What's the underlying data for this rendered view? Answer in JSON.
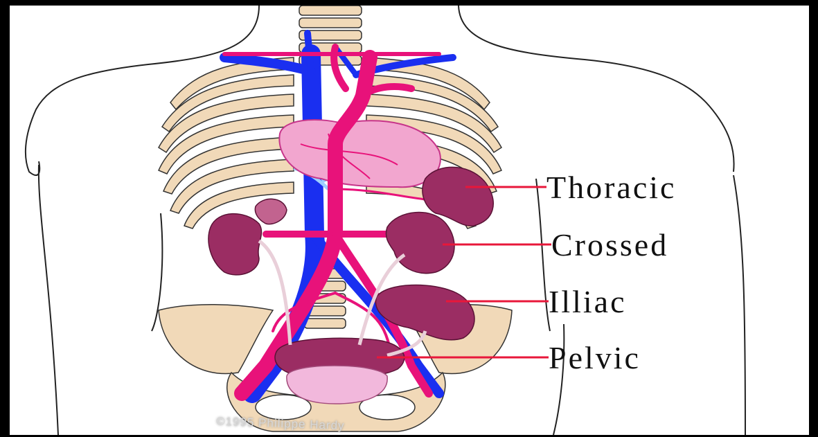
{
  "labels": {
    "thoracic": "Thoracic",
    "crossed": "Crossed",
    "illiac": "Illiac",
    "pelvic": "Pelvic"
  },
  "watermark": "©1995 Philippe Hardy",
  "colors": {
    "frame": "#000000",
    "background": "#ffffff",
    "leader_line": "#e8173a",
    "kidney": "#9b2d63",
    "artery": "#e8127a",
    "vein": "#1a2ff0",
    "bone": "#f1d9b8",
    "heart": "#f2a6cf",
    "lung_vessels": "#9ecfff"
  }
}
